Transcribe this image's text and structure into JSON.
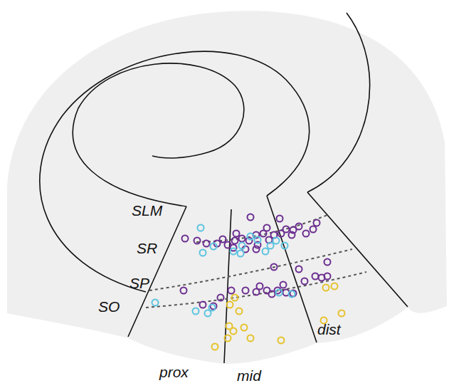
{
  "diagram": {
    "labels": [
      "SLM",
      "SR",
      "SP",
      "SO",
      "prox",
      "mid",
      "dist"
    ]
  }
}
